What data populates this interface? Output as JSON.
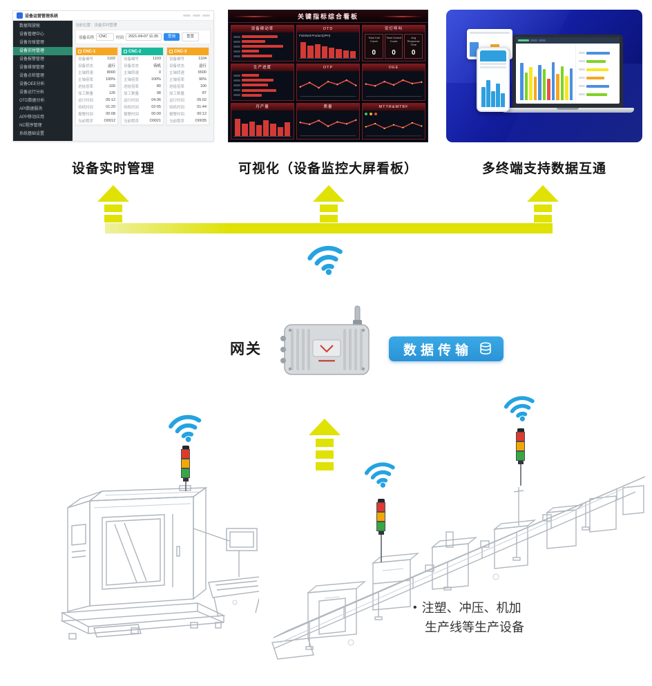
{
  "captions": {
    "admin": "设备实时管理",
    "dashboard": "可视化（设备监控大屏看板）",
    "terminals": "多终端支持数据互通"
  },
  "gateway": {
    "label": "网关",
    "button_label": "数据传输"
  },
  "machines_note": {
    "bullet": "•",
    "line1": "注塑、冲压、机加",
    "line2": "生产线等生产设备"
  },
  "admin": {
    "brand": "设备运营管理系统",
    "breadcrumb": "当前位置：设备实时管理",
    "toolbar": {
      "field1_label": "设备名称",
      "field1_value": "CNC",
      "field2_label": "时间",
      "field2_value": "2021-04-07 11:35",
      "search_label": "查询",
      "reset_label": "重置"
    },
    "sidebar": [
      "数据驾驶舱",
      "设备管理中心",
      "设备台账管理",
      "设备实时管理",
      "设备报警管理",
      "设备维保管理",
      "设备点检管理",
      "设备OEE分析",
      "设备运行分析",
      "OTD数据分析",
      "API数据服务",
      "APP移动应用",
      "NC程序管理",
      "系统基础设置"
    ],
    "active_index": 3,
    "cards": [
      {
        "title": "CNC-1",
        "color": "#f5a623",
        "rows": [
          [
            "设备编号",
            "1102"
          ],
          [
            "设备状态",
            "运行"
          ],
          [
            "主轴转速",
            "8000"
          ],
          [
            "主轴倍率",
            "100%"
          ],
          [
            "进给倍率",
            "100"
          ],
          [
            "加工数量",
            "126"
          ],
          [
            "运行时间",
            "05:12"
          ],
          [
            "待机时间",
            "01:20"
          ],
          [
            "报警时间",
            "00:08"
          ],
          [
            "当前程序",
            "O0012"
          ]
        ]
      },
      {
        "title": "CNC-2",
        "color": "#19b89a",
        "rows": [
          [
            "设备编号",
            "1103"
          ],
          [
            "设备状态",
            "待机"
          ],
          [
            "主轴转速",
            "0"
          ],
          [
            "主轴倍率",
            "100%"
          ],
          [
            "进给倍率",
            "80"
          ],
          [
            "加工数量",
            "98"
          ],
          [
            "运行时间",
            "04:36"
          ],
          [
            "待机时间",
            "02:05"
          ],
          [
            "报警时间",
            "00:00"
          ],
          [
            "当前程序",
            "O0021"
          ]
        ]
      },
      {
        "title": "CNC-3",
        "color": "#f5a623",
        "rows": [
          [
            "设备编号",
            "1104"
          ],
          [
            "设备状态",
            "运行"
          ],
          [
            "主轴转速",
            "6500"
          ],
          [
            "主轴倍率",
            "90%"
          ],
          [
            "进给倍率",
            "100"
          ],
          [
            "加工数量",
            "87"
          ],
          [
            "运行时间",
            "05:02"
          ],
          [
            "待机时间",
            "01:44"
          ],
          [
            "报警时间",
            "00:12"
          ],
          [
            "当前程序",
            "O0035"
          ]
        ]
      }
    ]
  },
  "dashboard": {
    "title": "关键指标综合看板",
    "tiles": [
      {
        "title": "设备稼动率",
        "type": "hbars",
        "data": "hbars_util"
      },
      {
        "title": "OTD",
        "type": "bars",
        "subtitle": "Finished Product(JPH)",
        "data": "bars_otd"
      },
      {
        "title": "安灯呼叫",
        "type": "stats",
        "stats": [
          {
            "label": "Total Call Count",
            "value": "0"
          },
          {
            "label": "Total Closed Count",
            "value": "0"
          },
          {
            "label": "Avg Response Time",
            "value": "0"
          }
        ]
      },
      {
        "title": "生产进度",
        "type": "hbars",
        "data": "hbars_progress"
      },
      {
        "title": "OTP",
        "type": "line",
        "data": "line_otp"
      },
      {
        "title": "OEE",
        "type": "line",
        "data": "line_oee"
      },
      {
        "title": "月产量",
        "type": "bars",
        "data": "bars_month"
      },
      {
        "title": "质量",
        "type": "line",
        "data": "line_quality"
      },
      {
        "title": "MTTR&MTBF",
        "type": "scatter",
        "data": "line_mttr"
      }
    ],
    "hbars_util": [
      62,
      40,
      72,
      30,
      52
    ],
    "hbars_progress": [
      30,
      55,
      45,
      60,
      35
    ],
    "bars_otd": [
      80,
      62,
      70,
      58,
      52,
      46,
      40,
      34
    ],
    "bars_month": [
      70,
      52,
      60,
      44,
      64,
      50,
      38,
      56
    ],
    "line_otp": [
      40,
      58,
      36,
      62,
      50,
      68,
      46
    ],
    "line_oee": [
      52,
      44,
      62,
      48,
      68,
      54,
      60
    ],
    "line_quality": [
      56,
      48,
      64,
      40,
      58,
      50,
      66
    ],
    "line_mttr": [
      46,
      62,
      38,
      56,
      42,
      66,
      50
    ]
  },
  "terminals": {
    "laptop_bars": [
      {
        "color": "#4a90e2",
        "h": 70
      },
      {
        "color": "#7ed321",
        "h": 52
      },
      {
        "color": "#f8e71c",
        "h": 62
      },
      {
        "color": "#f5a623",
        "h": 44
      },
      {
        "color": "#4a90e2",
        "h": 66
      },
      {
        "color": "#7ed321",
        "h": 58
      },
      {
        "color": "#e94f4f",
        "h": 40
      },
      {
        "color": "#4a90e2",
        "h": 72
      },
      {
        "color": "#f5a623",
        "h": 50
      },
      {
        "color": "#7ed321",
        "h": 64
      },
      {
        "color": "#f8e71c",
        "h": 46
      },
      {
        "color": "#4a90e2",
        "h": 60
      }
    ],
    "phone_bars": [
      55,
      75,
      45,
      65,
      38
    ]
  },
  "colors": {
    "arrow_yellow": "#dfe204",
    "wifi_blue": "#25a3e1",
    "button_blue": "#2f9fdf",
    "panel_blue_start": "#2a3bd0",
    "panel_blue_end": "#070e62",
    "dashboard_red": "#7c1d22",
    "card_orange": "#f5a623",
    "card_teal": "#19b89a",
    "andon_red": "#e0392e",
    "andon_amber": "#f2a800",
    "andon_green": "#35a845"
  }
}
